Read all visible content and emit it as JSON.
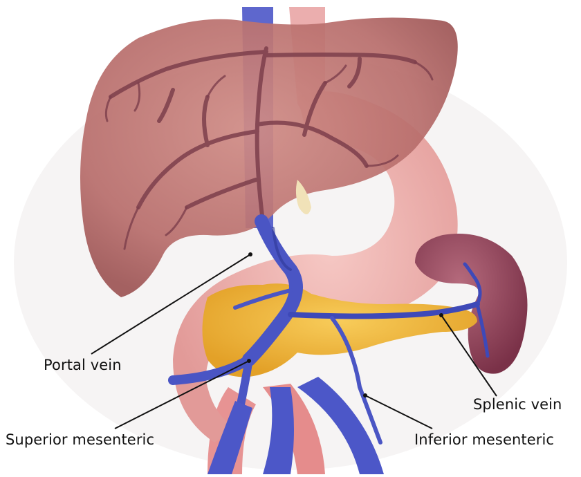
{
  "labels": {
    "portal_vein": "Portal vein",
    "splenic_vein": "Splenic vein",
    "superior_mesenteric": "Superior mesenteric",
    "inferior_mesenteric": "Inferior mesenteric"
  },
  "colors": {
    "liver": "#b86e6c",
    "liver_vessels": "#7d3f4c",
    "stomach": "#e8a8a6",
    "pancreas": "#f0b53a",
    "spleen": "#8a3f55",
    "vein": "#4a55c4",
    "vein_dark": "#2f3796",
    "aorta": "#e78f8f",
    "label_text": "#111111"
  }
}
